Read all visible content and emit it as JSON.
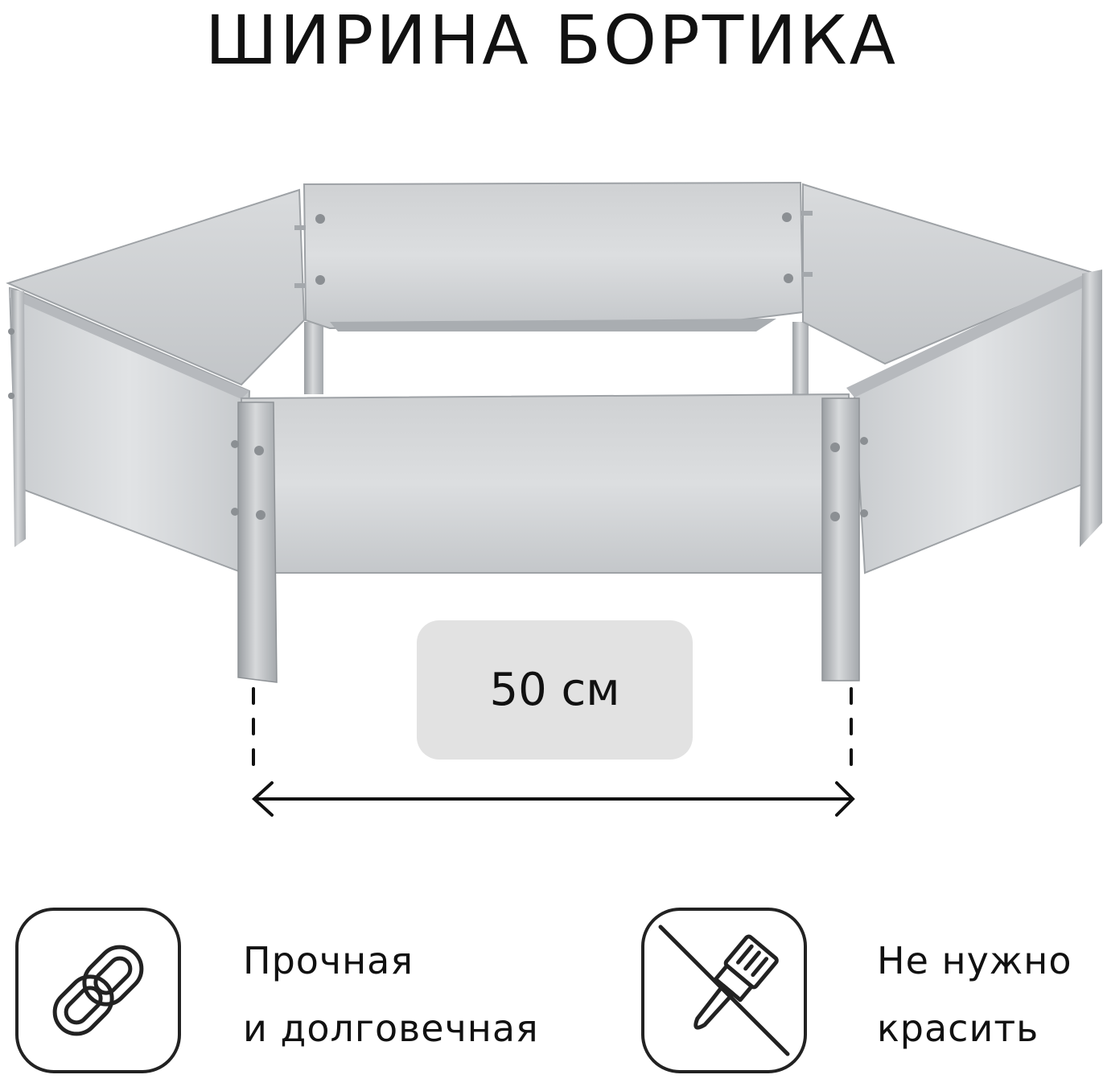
{
  "header": {
    "title": "ШИРИНА БОРТИКА"
  },
  "dimension": {
    "label": "50 см"
  },
  "features": [
    {
      "icon": "chain-link-icon",
      "lines": [
        "Прочная",
        "и долговечная"
      ]
    },
    {
      "icon": "no-paint-brush-icon",
      "lines": [
        "Не нужно",
        "красить"
      ]
    }
  ],
  "colors": {
    "text": "#111111",
    "badge_bg": "#e2e2e2",
    "metal_light": "#d6d8da",
    "metal_mid": "#b9bcc0",
    "metal_dark": "#8e9296"
  }
}
